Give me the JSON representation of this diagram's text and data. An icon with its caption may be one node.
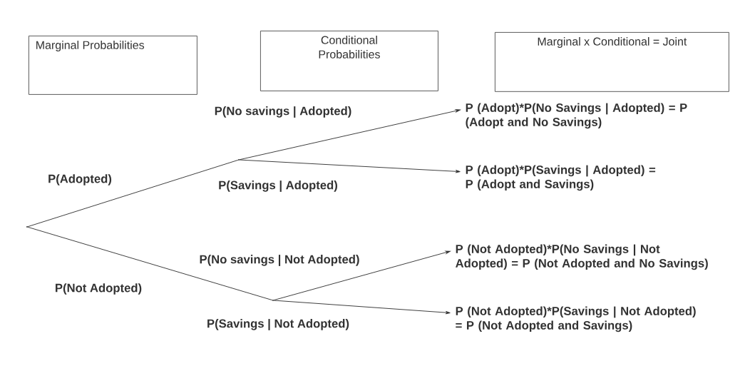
{
  "diagram": {
    "nodes": [
      {
        "text": [
          "Marginal Probabilities"
        ]
      },
      {
        "text": [
          "Conditional Probabilities"
        ]
      },
      {
        "text": [
          "Marginal x Conditional = Joint"
        ]
      },
      {
        "text": [],
        "shape": "point"
      },
      {
        "text": [],
        "shape": "point"
      },
      {
        "text": [],
        "shape": "point"
      },
      {
        "text": [
          "P (Adopt)*P(No Savings | Adopted) = P (Adopt and No Savings)"
        ]
      },
      {
        "text": [
          "P (Adopt)*P(Savings | Adopted) = P (Adopt and Savings)"
        ]
      },
      {
        "text": [
          "P (Not Adopted)*P(No Savings | Not Adopted) = P (Not Adopted and No Savings)"
        ]
      },
      {
        "text": [
          "P (Not Adopted)*P(Savings | Not Adopted) = P (Not Adopted and Savings)"
        ]
      }
    ],
    "edges": [
      {
        "from": 3,
        "to": 4,
        "arrow": "none",
        "label": "P(Adopted)"
      },
      {
        "from": 3,
        "to": 5,
        "arrow": "none",
        "label": "P(Not Adopted)"
      },
      {
        "from": 4,
        "to": 6,
        "arrow": "to",
        "label": "P(No savings | Adopted)"
      },
      {
        "from": 4,
        "to": 7,
        "arrow": "to",
        "label": "P(Savings | Adopted)"
      },
      {
        "from": 5,
        "to": 8,
        "arrow": "to",
        "label": "P(No savings | Not Adopted)"
      },
      {
        "from": 5,
        "to": 9,
        "arrow": "to",
        "label": "P(Savings | Not Adopted)"
      }
    ]
  }
}
